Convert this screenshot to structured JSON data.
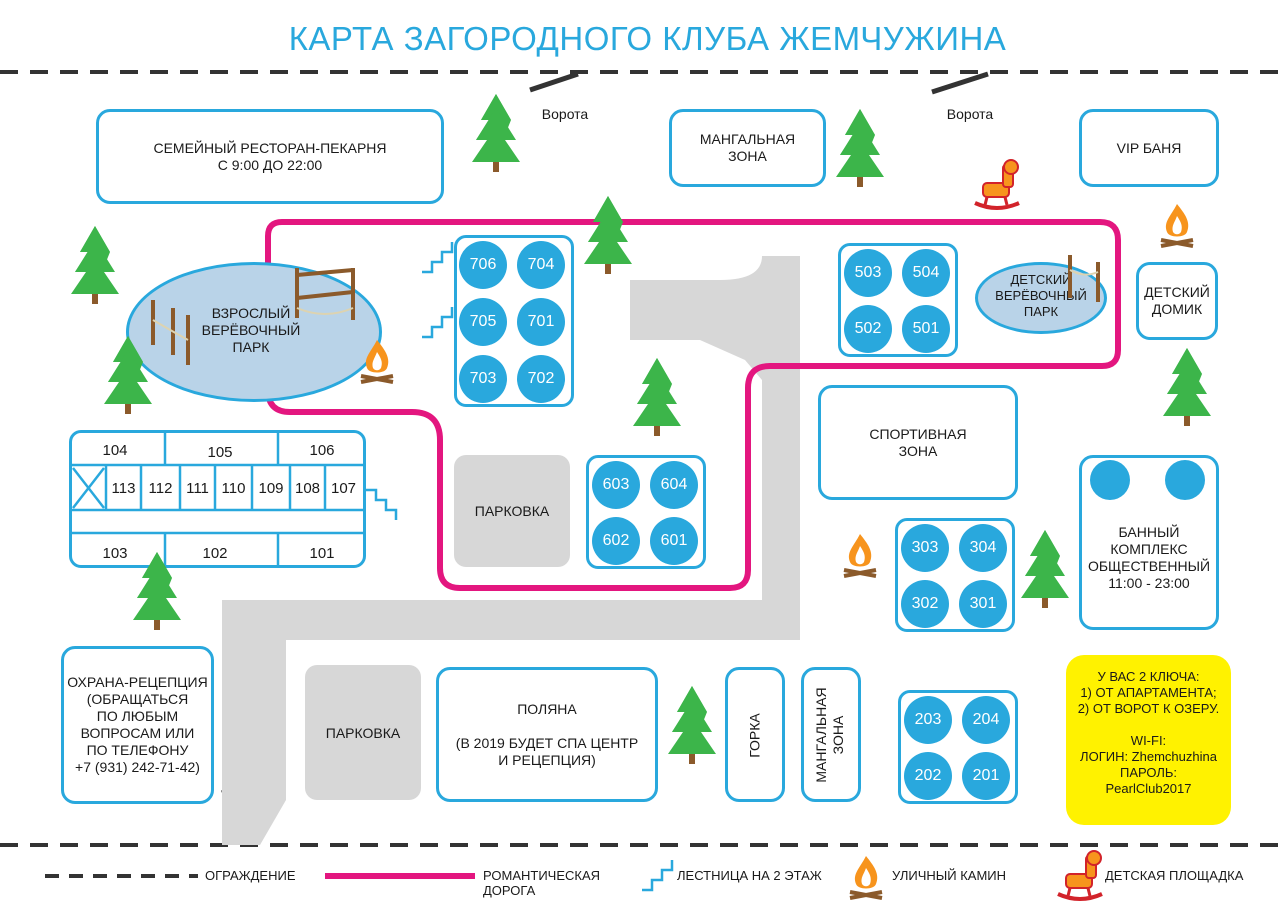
{
  "title": "КАРТА ЗАГОРОДНОГО КЛУБА ЖЕМЧУЖИНА",
  "gates": [
    "Ворота",
    "Ворота"
  ],
  "buildings": {
    "restaurant": "СЕМЕЙНЫЙ РЕСТОРАН-ПЕКАРНЯ\nС 9:00 ДО 22:00",
    "bbq_top": "МАНГАЛЬНАЯ\nЗОНА",
    "vip": "VIP БАНЯ",
    "kids_house": "ДЕТСКИЙ\nДОМИК",
    "sport": "СПОРТИВНАЯ\nЗОНА",
    "banya": "БАННЫЙ\nКОМПЛЕКС\nОБЩЕСТВЕННЫЙ\n11:00 - 23:00",
    "security": "ОХРАНА-РЕЦЕПЦИЯ\n(ОБРАЩАТЬСЯ\nПО ЛЮБЫМ\nВОПРОСАМ ИЛИ\nПО ТЕЛЕФОНУ\n+7 (931) 242-71-42)",
    "polyana": "ПОЛЯНА\n\n(В 2019 БУДЕТ СПА ЦЕНТР\nИ РЕЦЕПЦИЯ)",
    "gorka": "ГОРКА",
    "bbq_bottom": "МАНГАЛЬНАЯ\nЗОНА",
    "parking1": "ПАРКОВКА",
    "parking2": "ПАРКОВКА",
    "adult_rope": "ВЗРОСЛЫЙ\nВЕРЁВОЧНЫЙ\nПАРК",
    "kids_rope": "ДЕТСКИЙ\nВЕРЁВОЧНЫЙ\nПАРК"
  },
  "clusters": {
    "c700": [
      "706",
      "704",
      "705",
      "701",
      "703",
      "702"
    ],
    "c500": [
      "503",
      "504",
      "502",
      "501"
    ],
    "c600": [
      "603",
      "604",
      "602",
      "601"
    ],
    "c300": [
      "303",
      "304",
      "302",
      "301"
    ],
    "c200": [
      "203",
      "204",
      "202",
      "201"
    ]
  },
  "block100": {
    "top": [
      "104",
      "105",
      "106"
    ],
    "middle": [
      "113",
      "112",
      "111",
      "110",
      "109",
      "108",
      "107"
    ],
    "bottom": [
      "103",
      "102",
      "101"
    ]
  },
  "info": "У ВАС 2 КЛЮЧА:\n1) ОТ АПАРТАМЕНТА;\n2) ОТ ВОРОТ К ОЗЕРУ.\n\nWI-FI:\nЛОГИН: Zhemchuzhina\nПАРОЛЬ:\nPearlClub2017",
  "legend": {
    "fence": "ОГРАЖДЕНИЕ",
    "romantic": "РОМАНТИЧЕСКАЯ\nДОРОГА",
    "stairs": "ЛЕСТНИЦА НА 2 ЭТАЖ",
    "fireplace": "УЛИЧНЫЙ КАМИН",
    "playground": "ДЕТСКАЯ ПЛОЩАДКА"
  },
  "colors": {
    "blue": "#29a8dd",
    "pink": "#e3167f",
    "yellow": "#fff200",
    "gray": "#d7d7d7",
    "green": "#3cb54a"
  }
}
